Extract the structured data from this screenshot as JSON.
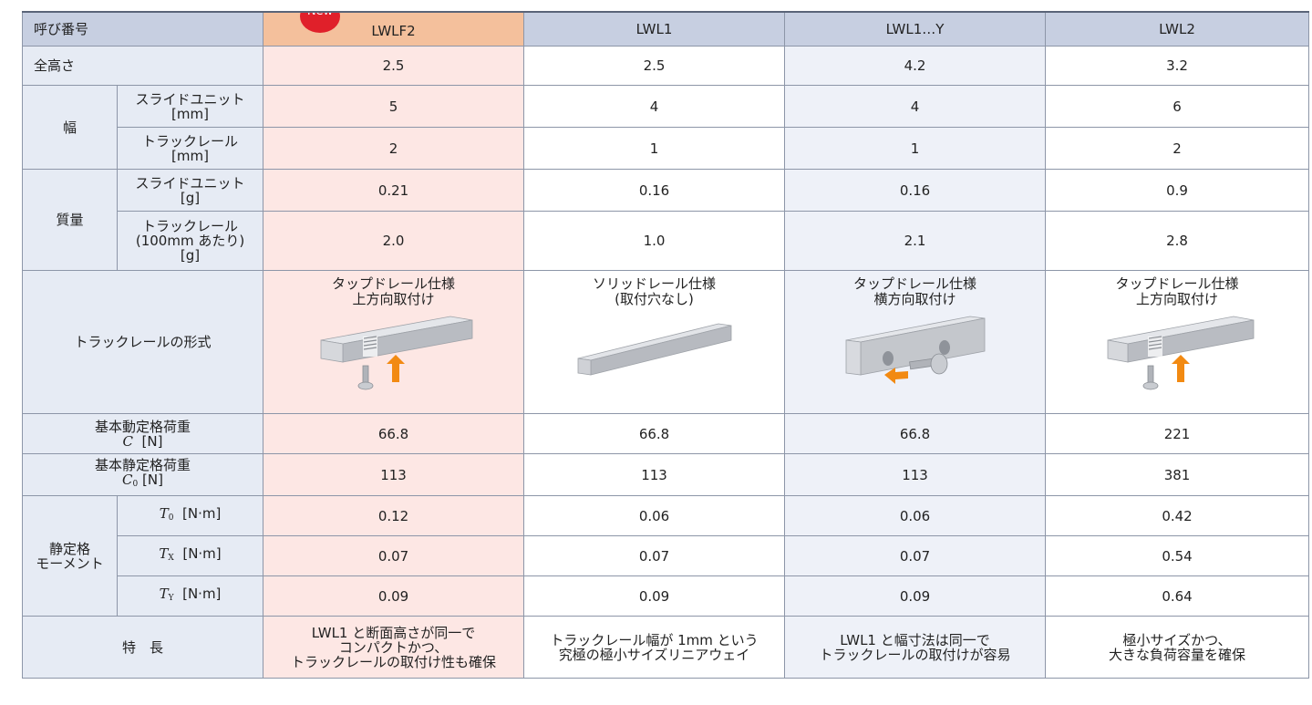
{
  "table": {
    "header": {
      "label": "呼び番号",
      "badge": "New",
      "models": [
        "LWLF2",
        "LWL1",
        "LWL1…Y",
        "LWL2"
      ]
    },
    "overall_height": {
      "label": "全高さ",
      "values": [
        "2.5",
        "2.5",
        "4.2",
        "3.2"
      ]
    },
    "width": {
      "label": "幅",
      "slide_unit": {
        "label": "スライドユニット\n[mm]",
        "values": [
          "5",
          "4",
          "4",
          "6"
        ]
      },
      "track_rail": {
        "label": "トラックレール\n[mm]",
        "values": [
          "2",
          "1",
          "1",
          "2"
        ]
      }
    },
    "mass": {
      "label": "質量",
      "slide_unit": {
        "label": "スライドユニット\n[g]",
        "values": [
          "0.21",
          "0.16",
          "0.16",
          "0.9"
        ]
      },
      "track_rail": {
        "label": "トラックレール\n(100mm あたり)\n[g]",
        "values": [
          "2.0",
          "1.0",
          "2.1",
          "2.8"
        ]
      }
    },
    "rail_type": {
      "label": "トラックレールの形式",
      "values": [
        "タップドレール仕様\n上方向取付け",
        "ソリッドレール仕様\n(取付穴なし)",
        "タップドレール仕様\n横方向取付け",
        "タップドレール仕様\n上方向取付け"
      ],
      "icons": [
        "tapped-rail-top-mount-icon",
        "solid-rail-icon",
        "tapped-rail-side-mount-icon",
        "tapped-rail-top-mount-icon"
      ]
    },
    "dynamic_load": {
      "label": "基本動定格荷重",
      "symbol": "C",
      "unit": "[N]",
      "values": [
        "66.8",
        "66.8",
        "66.8",
        "221"
      ]
    },
    "static_load": {
      "label": "基本静定格荷重",
      "symbol": "C",
      "sub": "0",
      "unit": "[N]",
      "values": [
        "113",
        "113",
        "113",
        "381"
      ]
    },
    "static_moment": {
      "label": "静定格\nモーメント",
      "rows": [
        {
          "symbol": "T",
          "sub": "0",
          "unit": "[N·m]",
          "values": [
            "0.12",
            "0.06",
            "0.06",
            "0.42"
          ]
        },
        {
          "symbol": "T",
          "sub": "X",
          "unit": "[N·m]",
          "values": [
            "0.07",
            "0.07",
            "0.07",
            "0.54"
          ]
        },
        {
          "symbol": "T",
          "sub": "Y",
          "unit": "[N·m]",
          "values": [
            "0.09",
            "0.09",
            "0.09",
            "0.64"
          ]
        }
      ]
    },
    "features": {
      "label": "特　長",
      "values": [
        "LWL1 と断面高さが同一で\nコンパクトかつ、\nトラックレールの取付け性も確保",
        "トラックレール幅が 1mm という\n究極の極小サイズリニアウェイ",
        "LWL1 と幅寸法は同一で\nトラックレールの取付けが容易",
        "極小サイズかつ、\n大きな負荷容量を確保"
      ]
    }
  },
  "colors": {
    "header_bg": "#c7cfe1",
    "new_header_bg": "#f4c09c",
    "new_col_bg": "#fde7e4",
    "alt_col_bg": "#eef1f8",
    "badge": "#e0202a",
    "arrow": "#f28a12"
  }
}
